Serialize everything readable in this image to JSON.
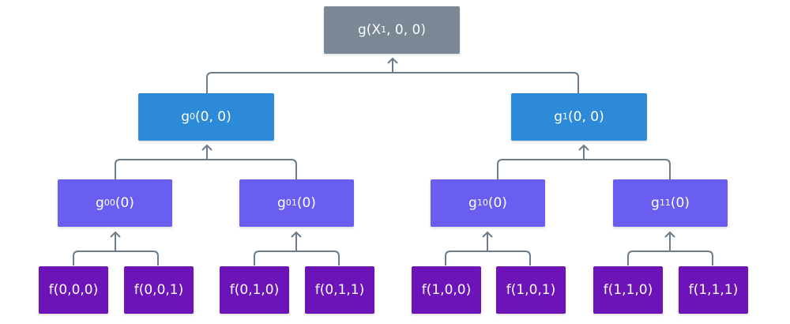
{
  "root": {
    "main": "g(X",
    "sub": "1",
    "tail": ", 0, 0)"
  },
  "level1": [
    {
      "main": "g",
      "sub": "0",
      "tail": "(0, 0)"
    },
    {
      "main": "g",
      "sub": "1",
      "tail": "(0, 0)"
    }
  ],
  "level2": [
    {
      "main": "g",
      "sub": "00",
      "tail": "(0)"
    },
    {
      "main": "g",
      "sub": "01",
      "tail": "(0)"
    },
    {
      "main": "g",
      "sub": "10",
      "tail": "(0)"
    },
    {
      "main": "g",
      "sub": "11",
      "tail": "(0)"
    }
  ],
  "leaves": [
    "f(0,0,0)",
    "f(0,0,1)",
    "f(0,1,0)",
    "f(0,1,1)",
    "f(1,0,0)",
    "f(1,0,1)",
    "f(1,1,0)",
    "f(1,1,1)"
  ],
  "colors": {
    "root": "#7a8794",
    "level1": "#2d8ad8",
    "level2": "#6a5ef0",
    "leaves": "#6c14b8",
    "edges": "#6b7d8c"
  }
}
